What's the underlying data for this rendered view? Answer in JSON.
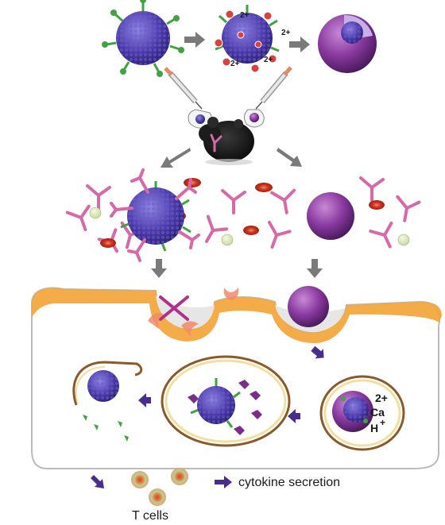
{
  "labels": {
    "charge_top": "2+",
    "charge_right": "2+",
    "charge_bottom_left": "2+",
    "charge_bottom_right": "2+",
    "ion_charge": "2+",
    "ion_calcium": "Ca",
    "ion_hydrogen": "H",
    "ion_plus": "+",
    "cytokine": "cytokine secretion",
    "tcells": "T cells"
  },
  "colors": {
    "virus_body": "#4b3aa8",
    "virus_spike": "#3fa340",
    "shell": "#8a3aa0",
    "membrane": "#f3a53a",
    "antibody": "#d66aa8",
    "rbc": "#d0341f",
    "arrow": "#6a6a6a",
    "arrow_blue": "#4a2d8a"
  },
  "icons": [
    "virus-icon",
    "shell-icon",
    "syringe-icon",
    "mouse-icon",
    "antibody-icon",
    "red-blood-cell-icon",
    "cell-membrane",
    "endosome-icon",
    "t-cell-icon"
  ]
}
